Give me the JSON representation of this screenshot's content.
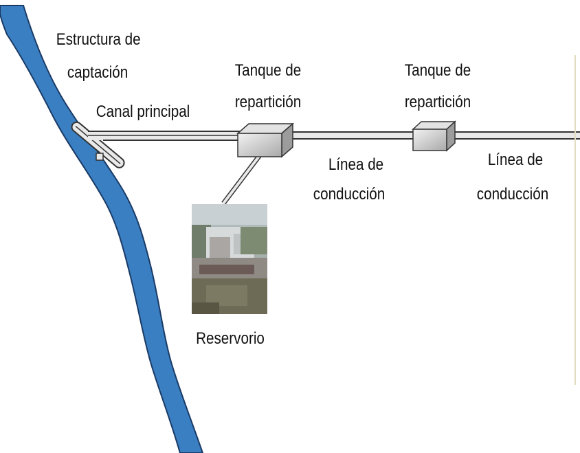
{
  "colors": {
    "river": "#3a7fc1",
    "river_edge": "#1a3a66",
    "channel_fill": "#e9e9e9",
    "channel_edge": "#333333",
    "box_light": "#f2f2f2",
    "box_dark": "#a9a9a9"
  },
  "labels": {
    "estructura_line1": "Estructura de",
    "estructura_line2": "captación",
    "canal": "Canal principal",
    "tanque1_line1": "Tanque de",
    "tanque1_line2": "repartición",
    "tanque2_line1": "Tanque de",
    "tanque2_line2": "repartición",
    "linea1_line1": "Línea de",
    "linea1_line2": "conducción",
    "linea2_line1": "Línea de",
    "linea2_line2": "conducción",
    "reservorio": "Reservorio"
  },
  "icons": {
    "reservoir": "reservoir-photo-icon"
  }
}
